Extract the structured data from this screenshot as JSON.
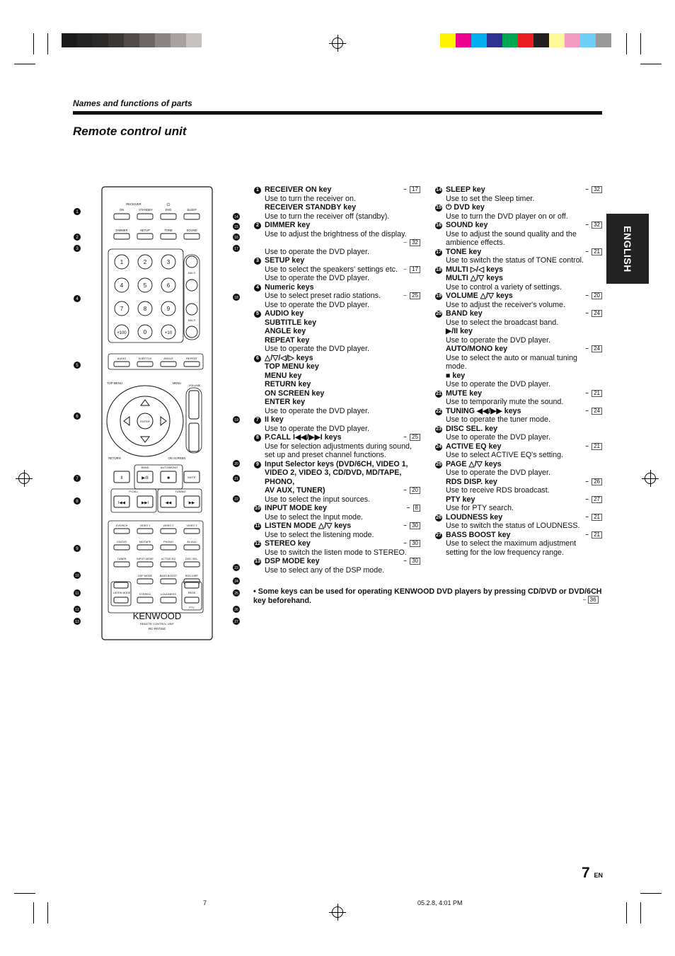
{
  "header": {
    "section": "Names and functions of parts",
    "title": "Remote control unit",
    "language_tab": "ENGLISH"
  },
  "colors": {
    "bars_gray": [
      "#1a1a1a",
      "#232323",
      "#2c2a29",
      "#3a3634",
      "#4f4a47",
      "#6c6663",
      "#8a8482",
      "#a7a19f",
      "#c6c0be",
      "#ffffff"
    ],
    "bars_color": [
      "#fff200",
      "#ec008c",
      "#00aeef",
      "#2e3192",
      "#00a651",
      "#ed1c24",
      "#231f20",
      "#fff799",
      "#f49ac1",
      "#6dcff6",
      "#999999"
    ]
  },
  "remote": {
    "brand": "KENWOOD",
    "model_label": "REMOTE CONTROL UNIT",
    "model": "RC-R0731E",
    "labels": {
      "receiver": "RECEIVER",
      "on": "ON",
      "standby": "STANDBY",
      "power": "⏻",
      "dvd": "DVD",
      "sleep": "SLEEP",
      "dimmer": "DIMMER",
      "setup": "SETUP",
      "tone": "TONE",
      "sound": "SOUND",
      "multi1": "MULTI",
      "multi2": "MULTI",
      "audio": "AUDIO",
      "subtitle": "SUBTITLE",
      "angle": "ANGLE",
      "repeat": "REPEAT",
      "top_menu": "TOP MENU",
      "menu": "MENU",
      "volume": "VOLUME",
      "enter": "ENTER",
      "return": "RETURN",
      "on_screen": "ON SCREEN",
      "band": "BAND",
      "auto_mono": "AUTO/MONO",
      "mute": "MUTE",
      "pcall": "P.CALL",
      "tuning": "TUNING",
      "dvd6ch": "DVD/6CH",
      "video1": "VIDEO 1",
      "video2": "VIDEO 2",
      "video3": "VIDEO 3",
      "cddvd": "CD/DVD",
      "mdtape": "MD/TAPE",
      "phono": "PHONO",
      "avaux": "AV AUX",
      "tuner": "TUNER",
      "input_mode": "INPUT MODE",
      "active_eq": "ACTIVE EQ",
      "disc_sel": "DISC SEL.",
      "dsp_mode": "DSP MODE",
      "bass_boost": "BASS BOOST",
      "rds_disp": "RDS DISP.",
      "listen_mode": "LISTEN MODE",
      "stereo": "STEREO",
      "loudness": "LOUDNESS",
      "page": "PAGE",
      "pty": "PTY"
    },
    "numkeys": [
      "1",
      "2",
      "3",
      "4",
      "5",
      "6",
      "7",
      "8",
      "9",
      "+100",
      "0",
      "+10"
    ],
    "transport": {
      "pause": "II",
      "play": "▶/II",
      "stop": "■",
      "prev": "I◀◀",
      "next": "▶▶I",
      "rew": "◀◀",
      "ff": "▶▶"
    },
    "callouts_left": [
      "1",
      "2",
      "3",
      "4",
      "5",
      "6",
      "7",
      "8",
      "9",
      "10",
      "11",
      "12",
      "13"
    ],
    "callouts_right": [
      "14",
      "15",
      "16",
      "17",
      "18",
      "19",
      "20",
      "21",
      "22",
      "23",
      "24",
      "25",
      "26",
      "27"
    ]
  },
  "entries_left": [
    {
      "num": "1",
      "lines": [
        {
          "k": "RECEIVER ON key",
          "p": "17"
        },
        {
          "d": "Use to turn the receiver on."
        },
        {
          "k": "RECEIVER STANDBY key"
        },
        {
          "d": "Use to turn the receiver off (standby)."
        }
      ]
    },
    {
      "num": "2",
      "lines": [
        {
          "k": "DIMMER key"
        },
        {
          "d": "Use to adjust the brightness of the display."
        },
        {
          "d": "",
          "p": "32"
        },
        {
          "d": "Use to operate the DVD player."
        }
      ]
    },
    {
      "num": "3",
      "lines": [
        {
          "k": "SETUP key"
        },
        {
          "d": "Use to select the speakers' settings etc.",
          "p": "17"
        },
        {
          "d": "Use to operate the DVD player."
        }
      ]
    },
    {
      "num": "4",
      "lines": [
        {
          "k": "Numeric keys"
        },
        {
          "d": "Use to select preset radio stations.",
          "p": "25"
        },
        {
          "d": "Use to operate the DVD player."
        }
      ]
    },
    {
      "num": "5",
      "lines": [
        {
          "k": "AUDIO key"
        },
        {
          "k": "SUBTITLE key"
        },
        {
          "k": "ANGLE key"
        },
        {
          "k": "REPEAT key"
        },
        {
          "d": "Use to operate the DVD player."
        }
      ]
    },
    {
      "num": "6",
      "lines": [
        {
          "k": "△/▽/◁/▷ keys"
        },
        {
          "k": "TOP MENU key"
        },
        {
          "k": "MENU key"
        },
        {
          "k": "RETURN key"
        },
        {
          "k": "ON SCREEN key"
        },
        {
          "k": "ENTER key"
        },
        {
          "d": "Use to operate the DVD player."
        }
      ]
    },
    {
      "num": "7",
      "lines": [
        {
          "k": "II key"
        },
        {
          "d": "Use to operate the DVD player."
        }
      ]
    },
    {
      "num": "8",
      "lines": [
        {
          "k": "P.CALL I◀◀/▶▶I keys",
          "p": "25"
        },
        {
          "d": "Use for selection adjustments during sound,"
        },
        {
          "d": "set up and preset channel functions."
        }
      ]
    },
    {
      "num": "9",
      "lines": [
        {
          "k": "Input Selector keys (DVD/6CH, VIDEO 1,"
        },
        {
          "k": "VIDEO 2, VIDEO 3, CD/DVD, MD/TAPE, PHONO,"
        },
        {
          "k": "AV AUX, TUNER)",
          "p": "20"
        },
        {
          "d": "Use to select the input sources."
        }
      ]
    },
    {
      "num": "10",
      "lines": [
        {
          "k": "INPUT MODE key",
          "p": "8"
        },
        {
          "d": "Use to select the Input mode."
        }
      ]
    },
    {
      "num": "11",
      "lines": [
        {
          "k": "LISTEN MODE △/▽ keys",
          "p": "30"
        },
        {
          "d": "Use to select the listening mode."
        }
      ]
    },
    {
      "num": "12",
      "lines": [
        {
          "k": "STEREO key",
          "p": "30"
        },
        {
          "d": "Use to switch the listen mode to STEREO."
        }
      ]
    },
    {
      "num": "13",
      "lines": [
        {
          "k": "DSP MODE key",
          "p": "30"
        },
        {
          "d": "Use to select any of the DSP mode."
        }
      ]
    }
  ],
  "entries_right": [
    {
      "num": "14",
      "lines": [
        {
          "k": "SLEEP key",
          "p": "32"
        },
        {
          "d": "Use to set the Sleep timer."
        }
      ]
    },
    {
      "num": "15",
      "lines": [
        {
          "k": "⏻ DVD key"
        },
        {
          "d": "Use to turn the DVD player on or off."
        }
      ]
    },
    {
      "num": "16",
      "lines": [
        {
          "k": "SOUND key",
          "p": "32"
        },
        {
          "d": "Use to adjust the sound quality and the"
        },
        {
          "d": "ambience effects."
        }
      ]
    },
    {
      "num": "17",
      "lines": [
        {
          "k": "TONE key",
          "p": "21"
        },
        {
          "d": "Use to switch the status of TONE control."
        }
      ]
    },
    {
      "num": "18",
      "lines": [
        {
          "k": "MULTI ▷/◁ keys"
        },
        {
          "k": "MULTI △/▽ keys"
        },
        {
          "d": "Use to control a variety of settings."
        }
      ]
    },
    {
      "num": "19",
      "lines": [
        {
          "k": "VOLUME △/▽ keys",
          "p": "20"
        },
        {
          "d": "Use to adjust the receiver's volume."
        }
      ]
    },
    {
      "num": "20",
      "lines": [
        {
          "k": "BAND key",
          "p": "24"
        },
        {
          "d": "Use to select the broadcast band."
        },
        {
          "k": "▶/II key"
        },
        {
          "d": "Use to operate the DVD player."
        },
        {
          "k": "AUTO/MONO key",
          "p": "24"
        },
        {
          "d": "Use to select the auto or manual tuning"
        },
        {
          "d": "mode."
        },
        {
          "k": "■ key"
        },
        {
          "d": "Use to operate the DVD player."
        }
      ]
    },
    {
      "num": "21",
      "lines": [
        {
          "k": "MUTE key",
          "p": "21"
        },
        {
          "d": "Use to temporarily mute the sound."
        }
      ]
    },
    {
      "num": "22",
      "lines": [
        {
          "k": "TUNING ◀◀/▶▶ keys",
          "p": "24"
        },
        {
          "d": "Use to operate the tuner mode."
        }
      ]
    },
    {
      "num": "23",
      "lines": [
        {
          "k": "DISC SEL. key"
        },
        {
          "d": "Use to operate the DVD player."
        }
      ]
    },
    {
      "num": "24",
      "lines": [
        {
          "k": "ACTIVE EQ key",
          "p": "21"
        },
        {
          "d": "Use to select ACTIVE EQ's setting."
        }
      ]
    },
    {
      "num": "25",
      "lines": [
        {
          "k": "PAGE △/▽ keys"
        },
        {
          "d": "Use to operate the DVD player."
        },
        {
          "k": "RDS DISP. key",
          "p": "26"
        },
        {
          "d": "Use to receive RDS broadcast."
        },
        {
          "k": "PTY key",
          "p": "27"
        },
        {
          "d": "Use for PTY search."
        }
      ]
    },
    {
      "num": "26",
      "lines": [
        {
          "k": "LOUDNESS key",
          "p": "21"
        },
        {
          "d": "Use to switch the status of LOUDNESS."
        }
      ]
    },
    {
      "num": "27",
      "lines": [
        {
          "k": "BASS BOOST key",
          "p": "21"
        },
        {
          "d": "Use to select the maximum adjustment"
        },
        {
          "d": "setting for the low frequency range."
        }
      ]
    }
  ],
  "note": {
    "text": "• Some keys can be used for operating KENWOOD DVD players by pressing CD/DVD or DVD/6CH key beforehand.",
    "page": "36"
  },
  "footer": {
    "page_number": "7",
    "page_suffix": "EN",
    "left": "7",
    "right": "05.2.8, 4:01 PM"
  }
}
